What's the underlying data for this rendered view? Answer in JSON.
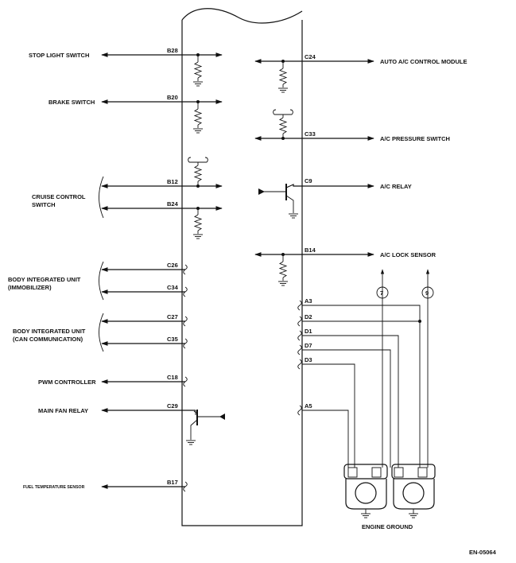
{
  "diagram_id": "EN-05064",
  "ground_label": "ENGINE GROUND",
  "left_labels": {
    "stop_light_switch": "STOP LIGHT SWITCH",
    "brake_switch": "BRAKE SWITCH",
    "cruise_control_line1": "CRUISE CONTROL",
    "cruise_control_line2": "SWITCH",
    "biu_immob_line1": "BODY INTEGRATED UNIT",
    "biu_immob_line2": "(IMMOBILIZER)",
    "biu_can_line1": "BODY INTEGRATED UNIT",
    "biu_can_line2": "(CAN COMMUNICATION)",
    "pwm_controller": "PWM CONTROLLER",
    "main_fan_relay": "MAIN  FAN RELAY",
    "fuel_temp_sensor": "FUEL TEMPERATURE SENSOR"
  },
  "right_labels": {
    "auto_ac_module": "AUTO A/C CONTROL MODULE",
    "ac_pressure_switch": "A/C PRESSURE SWITCH",
    "ac_relay": "A/C RELAY",
    "ac_lock_sensor": "A/C  LOCK SENSOR"
  },
  "pins": {
    "b28": "B28",
    "b20": "B20",
    "b12": "B12",
    "b24": "B24",
    "c26": "C26",
    "c34": "C34",
    "c27": "C27",
    "c35": "C35",
    "c18": "C18",
    "c29": "C29",
    "b17": "B17",
    "c24": "C24",
    "c33": "C33",
    "c9": "C9",
    "b14": "B14",
    "a3": "A3",
    "d2": "D2",
    "d1": "D1",
    "d7": "D7",
    "d3": "D3",
    "a5": "A5"
  },
  "sensor_refs": {
    "ref7": "7",
    "ref9": "9"
  }
}
